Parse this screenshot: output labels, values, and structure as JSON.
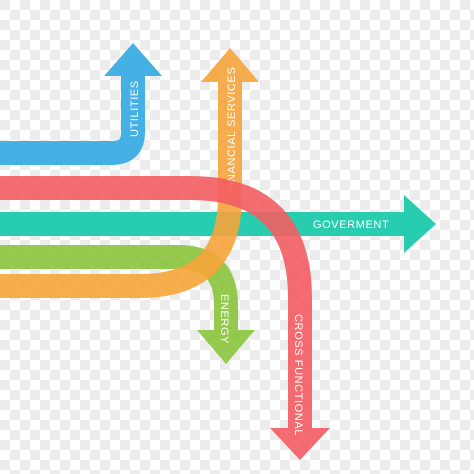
{
  "diagram": {
    "background": "#ffffff",
    "checker": "#ececec",
    "arrows": [
      {
        "id": "utilities",
        "label": "UTILITIES",
        "color": "#45b0e4",
        "direction": "up"
      },
      {
        "id": "financial",
        "label": "FINANCIAL SERVICES",
        "color": "#f6a53a",
        "direction": "up"
      },
      {
        "id": "government",
        "label": "GOVERMENT",
        "color": "#28cdb0",
        "direction": "right"
      },
      {
        "id": "energy",
        "label": "ENERGY",
        "color": "#8cc63f",
        "direction": "down"
      },
      {
        "id": "cross",
        "label": "CROSS FUNCTIONAL",
        "color": "#f35d62",
        "direction": "down"
      }
    ]
  }
}
